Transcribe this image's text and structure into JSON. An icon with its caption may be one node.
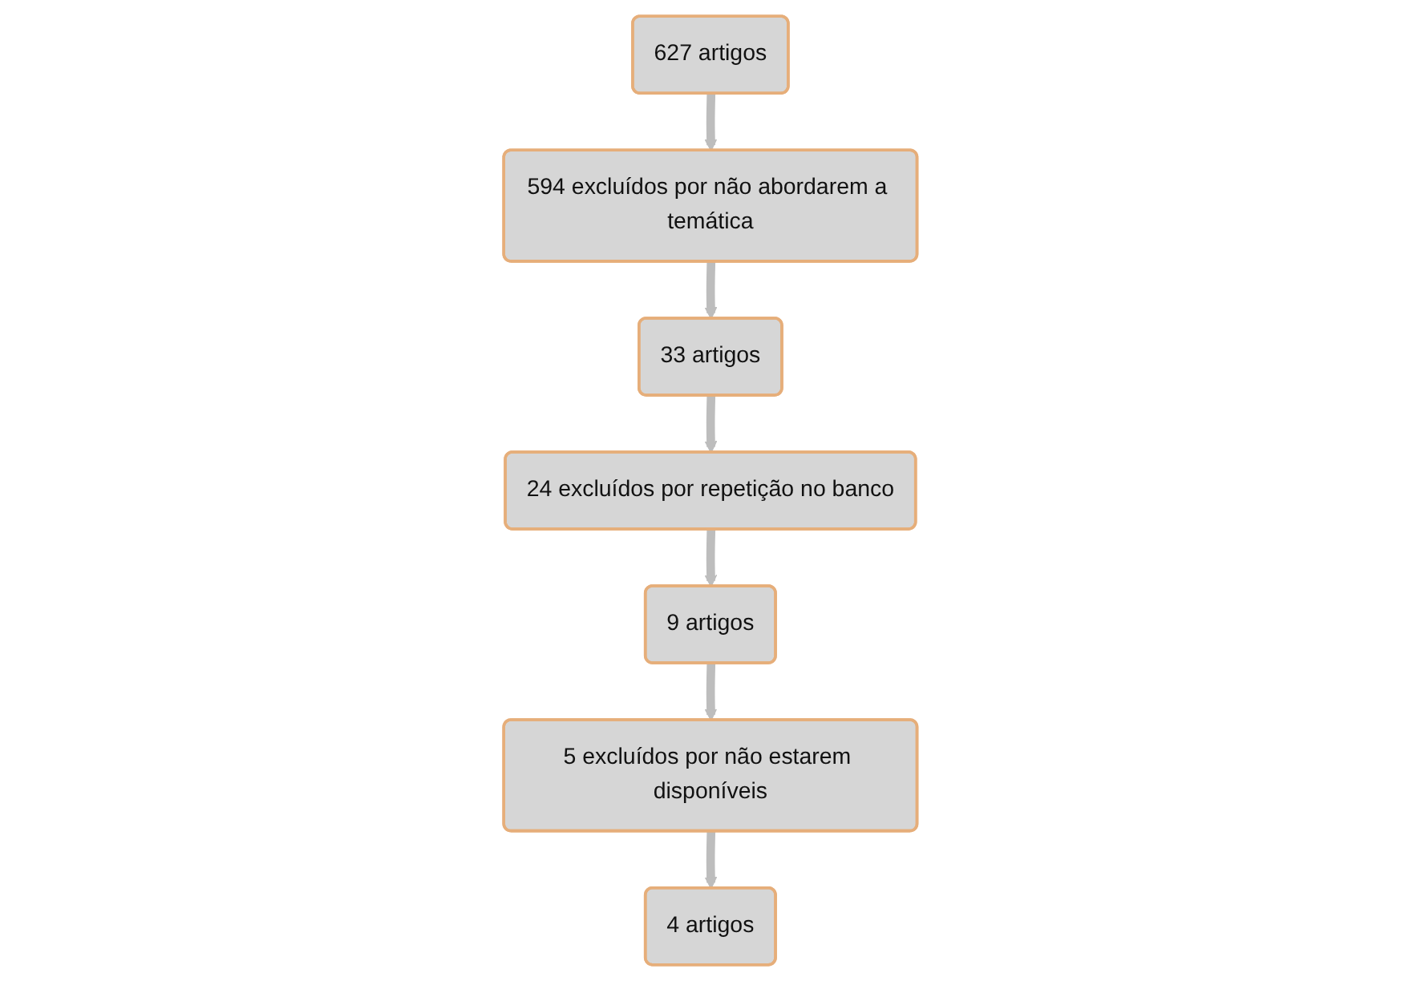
{
  "diagram": {
    "nodes": [
      {
        "text": [
          "627 artigos"
        ]
      },
      {
        "text": [
          "594 excluídos por não abordarem a temática"
        ]
      },
      {
        "text": [
          "33 artigos"
        ]
      },
      {
        "text": [
          "24 excluídos por repetição no banco"
        ]
      },
      {
        "text": [
          "9 artigos"
        ]
      },
      {
        "text": [
          "5 excluídos por não estarem disponíveis"
        ]
      },
      {
        "text": [
          "4 artigos"
        ]
      }
    ],
    "edges": [
      {
        "from": 0,
        "to": 1,
        "arrow": "to"
      },
      {
        "from": 1,
        "to": 2,
        "arrow": "to"
      },
      {
        "from": 2,
        "to": 3,
        "arrow": "to"
      },
      {
        "from": 3,
        "to": 4,
        "arrow": "to"
      },
      {
        "from": 4,
        "to": 5,
        "arrow": "to"
      },
      {
        "from": 5,
        "to": 6,
        "arrow": "to"
      }
    ]
  }
}
